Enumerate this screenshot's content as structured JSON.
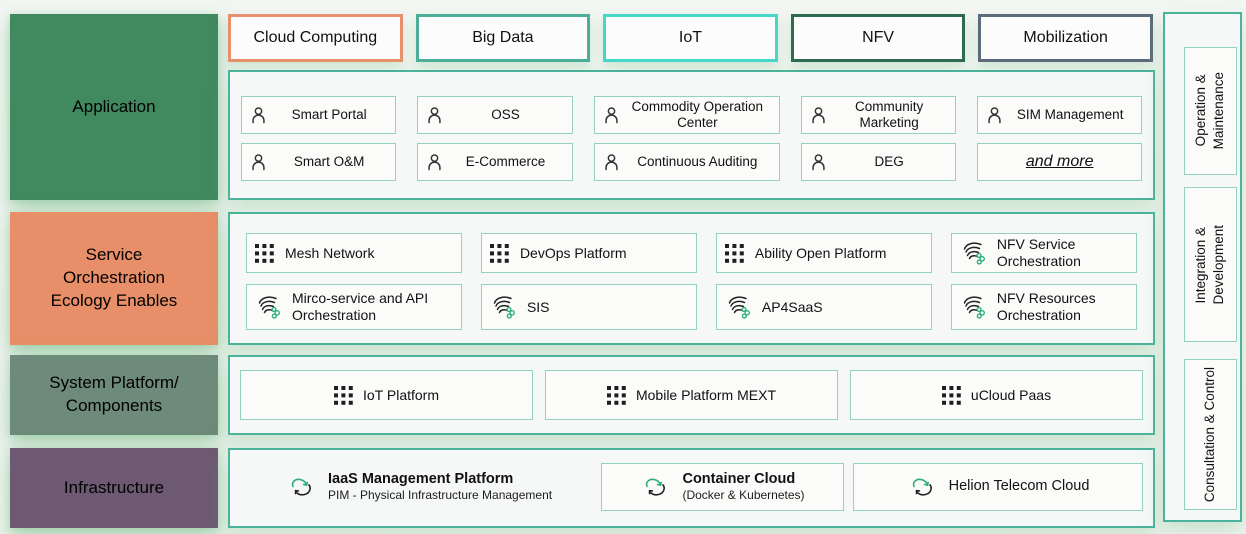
{
  "colors": {
    "panel_border": "#4ab39a",
    "item_border": "#93d2bf",
    "accent_green": "#2fae7d",
    "chip_cloud_border": "#e8906b",
    "chip_bigdata_border": "#4cae99",
    "chip_iot_border": "#45d8c6",
    "chip_nfv_border": "#2e6b50",
    "chip_mobilization_border": "#5c6b7b",
    "label_application_bg": "#41895f",
    "label_service_bg": "#e88e68",
    "label_system_bg": "#6e8a7a",
    "label_infrastructure_bg": "#6d5a72"
  },
  "left_labels": [
    {
      "label": "Application"
    },
    {
      "label": "Service\nOrchestration\nEcology Enables"
    },
    {
      "label": "System Platform/\nComponents"
    },
    {
      "label": "Infrastructure"
    }
  ],
  "chips": [
    {
      "label": "Cloud Computing",
      "border": "#e8906b"
    },
    {
      "label": "Big Data",
      "border": "#4cae99"
    },
    {
      "label": "IoT",
      "border": "#45d8c6"
    },
    {
      "label": "NFV",
      "border": "#2e6b50"
    },
    {
      "label": "Mobilization",
      "border": "#5c6b7b"
    }
  ],
  "application": {
    "row1": [
      {
        "label": "Smart Portal",
        "icon": "person-icon"
      },
      {
        "label": "OSS",
        "icon": "person-icon"
      },
      {
        "label": "Commodity Operation Center",
        "icon": "person-icon"
      },
      {
        "label": "Community Marketing",
        "icon": "person-icon"
      },
      {
        "label": "SIM Management",
        "icon": "person-icon"
      }
    ],
    "row2": [
      {
        "label": "Smart O&M",
        "icon": "person-icon"
      },
      {
        "label": "E-Commerce",
        "icon": "person-icon"
      },
      {
        "label": "Continuous Auditing",
        "icon": "person-icon"
      },
      {
        "label": "DEG",
        "icon": "person-icon"
      },
      {
        "label": "and more",
        "icon": "none"
      }
    ]
  },
  "orchestration": {
    "row1": [
      {
        "label": "Mesh Network",
        "icon": "grid-icon"
      },
      {
        "label": "DevOps Platform",
        "icon": "grid-icon"
      },
      {
        "label": "Ability Open Platform",
        "icon": "grid-icon"
      },
      {
        "label": "NFV Service Orchestration",
        "icon": "orchestration-swirl-icon"
      }
    ],
    "row2": [
      {
        "label": "Mirco-service and API Orchestration",
        "icon": "orchestration-swirl-icon"
      },
      {
        "label": "SIS",
        "icon": "orchestration-swirl-icon"
      },
      {
        "label": "AP4SaaS",
        "icon": "orchestration-swirl-icon"
      },
      {
        "label": "NFV Resources Orchestration",
        "icon": "orchestration-swirl-icon"
      }
    ]
  },
  "platform": {
    "items": [
      {
        "label": "IoT Platform",
        "icon": "grid-icon"
      },
      {
        "label": "Mobile Platform MEXT",
        "icon": "grid-icon"
      },
      {
        "label": "uCloud Paas",
        "icon": "grid-icon"
      }
    ]
  },
  "infrastructure": {
    "items": [
      {
        "title": "IaaS Management Platform",
        "subtitle": "PIM - Physical Infrastructure Management",
        "icon": "cloud-sync-icon"
      },
      {
        "title": "Container Cloud",
        "subtitle": "(Docker & Kubernetes)",
        "icon": "cloud-sync-icon"
      },
      {
        "title": "Helion Telecom Cloud",
        "subtitle": "",
        "icon": "cloud-sync-icon"
      }
    ]
  },
  "sidebar": {
    "items": [
      {
        "label": "Operation &\nMaintenance"
      },
      {
        "label": "Integration &\nDevelopment"
      },
      {
        "label": "Consultation & Control"
      }
    ]
  }
}
